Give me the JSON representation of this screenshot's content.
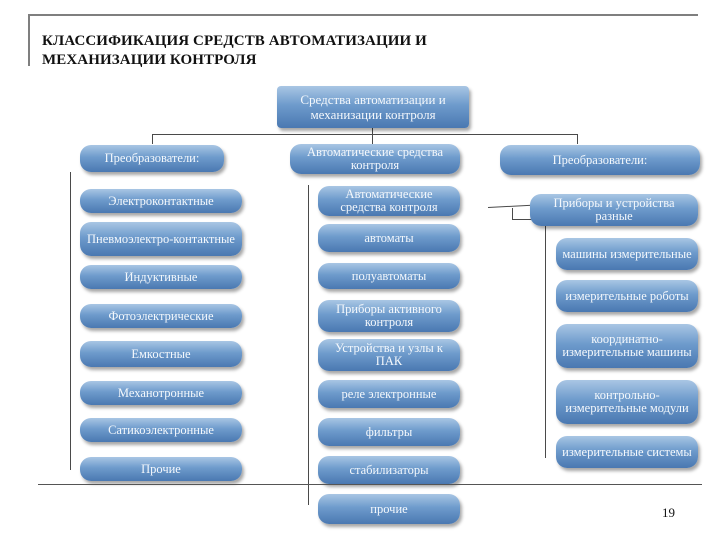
{
  "title": {
    "line1": "КЛАССИФИКАЦИЯ СРЕДСТВ АВТОМАТИЗАЦИИ И",
    "line2": "МЕХАНИЗАЦИИ КОНТРОЛЯ"
  },
  "root": "Средства автоматизации и механизации контроля",
  "left_column": {
    "header": "Преобразователи:",
    "items": [
      "Электроконтактные",
      "Пневмоэлектро-контактные",
      "Индуктивные",
      "Фотоэлектрические",
      "Емкостные",
      "Механотронные",
      "Сатикоэлектронные",
      "Прочие"
    ]
  },
  "middle_column": {
    "header": "Автоматические средства контроля",
    "items": [
      "Автоматические средства контроля",
      "автоматы",
      "полуавтоматы",
      "Приборы активного контроля",
      "Устройства и узлы к ПАК",
      "реле электронные",
      "фильтры",
      "стабилизаторы",
      "прочие"
    ]
  },
  "right_column": {
    "header": "Преобразователи:",
    "subheader": "Приборы и устройства разные",
    "items": [
      "машины измерительные",
      "измерительные роботы",
      "координатно-измерительные машины",
      "контрольно-измерительные модули",
      "измерительные системы"
    ]
  },
  "page_number": "19"
}
